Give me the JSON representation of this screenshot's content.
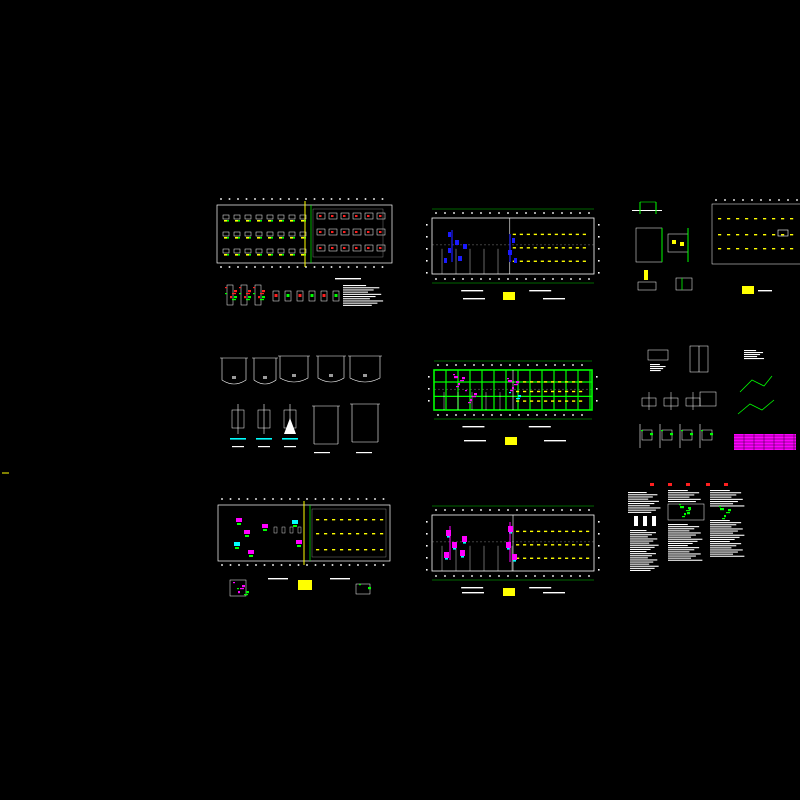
{
  "canvas": {
    "background": "#000000"
  },
  "palette": {
    "white": "#ffffff",
    "yellow": "#ffff00",
    "green": "#00ff00",
    "cyan": "#00ffff",
    "blue": "#1a1aff",
    "magenta": "#ff00ff",
    "red": "#ff2020",
    "gray": "#9a9a9a"
  },
  "sheets": [
    {
      "id": "sheet-1-1",
      "kind": "plan-with-detail-strip",
      "accent": "red"
    },
    {
      "id": "sheet-1-2",
      "kind": "plan-with-blocks",
      "accent": "blue"
    },
    {
      "id": "sheet-1-3",
      "kind": "details-and-plan",
      "accent": "yellow"
    },
    {
      "id": "sheet-2-1",
      "kind": "equipment-details",
      "accent": "cyan"
    },
    {
      "id": "sheet-2-2",
      "kind": "plan-grid",
      "accent": "green"
    },
    {
      "id": "sheet-2-3",
      "kind": "riser-diagrams",
      "accent": "magenta"
    },
    {
      "id": "sheet-3-1",
      "kind": "plan-with-blocks",
      "accent": "magenta"
    },
    {
      "id": "sheet-3-2",
      "kind": "plan-with-blocks",
      "accent": "magenta"
    },
    {
      "id": "sheet-3-3",
      "kind": "notes-sheet",
      "accent": "red"
    }
  ]
}
